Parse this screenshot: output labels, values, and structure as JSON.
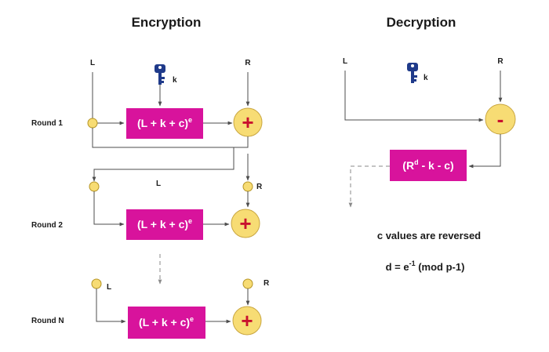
{
  "encryption": {
    "title": "Encryption",
    "key_label": "k",
    "rounds": [
      {
        "label": "Round 1",
        "function_base": "(L + k + c)",
        "function_exp": "e",
        "operator": "+",
        "left_label": "L",
        "right_label": "R"
      },
      {
        "label": "Round 2",
        "function_base": "(L + k + c)",
        "function_exp": "e",
        "operator": "+",
        "left_label": "L",
        "right_label": "R"
      },
      {
        "label": "Round N",
        "function_base": "(L + k + c)",
        "function_exp": "e",
        "operator": "+",
        "left_label": "L",
        "right_label": "R"
      }
    ]
  },
  "decryption": {
    "title": "Decryption",
    "left_label": "L",
    "right_label": "R",
    "key_label": "k",
    "operator": "-",
    "function_base": "(R",
    "function_exp": "d",
    "function_tail": " - k - c)",
    "note_1": "c values are reversed",
    "note_2_base": "d = e",
    "note_2_exp": "-1",
    "note_2_tail": " (mod p-1)"
  },
  "colors": {
    "function_box": "#d8139c",
    "node_fill": "#f7dc74",
    "operator_symbol": "#c8102e",
    "key_icon": "#1f3a8a"
  },
  "icons": {
    "key": "key-icon"
  }
}
